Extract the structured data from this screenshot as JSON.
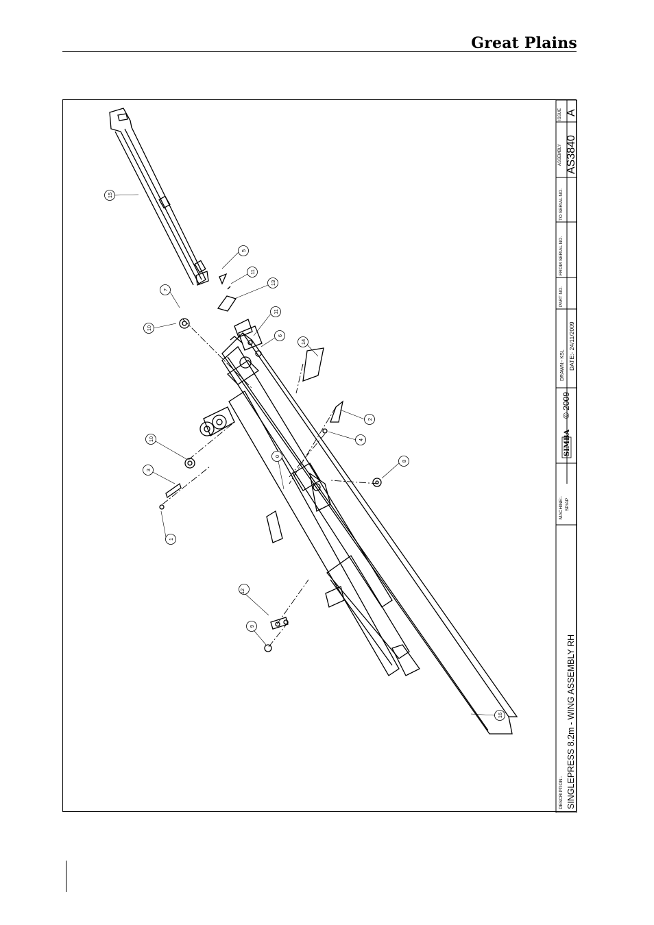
{
  "header": {
    "brand": "Great Plains"
  },
  "title_block": {
    "description_label": "DESCRIPTION:-",
    "description": "SINGLEPRESS 8.2m - WING ASSEMBLY RH",
    "machine_label": "MACHINE:-",
    "machine": "SP/AP",
    "logo": "SIMBA",
    "copyright": "© 2009",
    "drawn": "DRAWN:- KSL",
    "date": "DATE:- 24/11/2009",
    "part_no_label": "PART NO.",
    "from_serial_label": "FROM SERIAL NO.",
    "to_serial_label": "TO SERIAL NO.",
    "assembly_label": "ASSEMBLY",
    "assembly": "AS3840",
    "issue_label": "ISSUE",
    "issue": "A"
  },
  "callouts": [
    "15",
    "5",
    "11",
    "13",
    "7",
    "10",
    "11",
    "6",
    "14",
    "2",
    "4",
    "10",
    "3",
    "8",
    "1",
    "0",
    "12",
    "9",
    "16"
  ]
}
